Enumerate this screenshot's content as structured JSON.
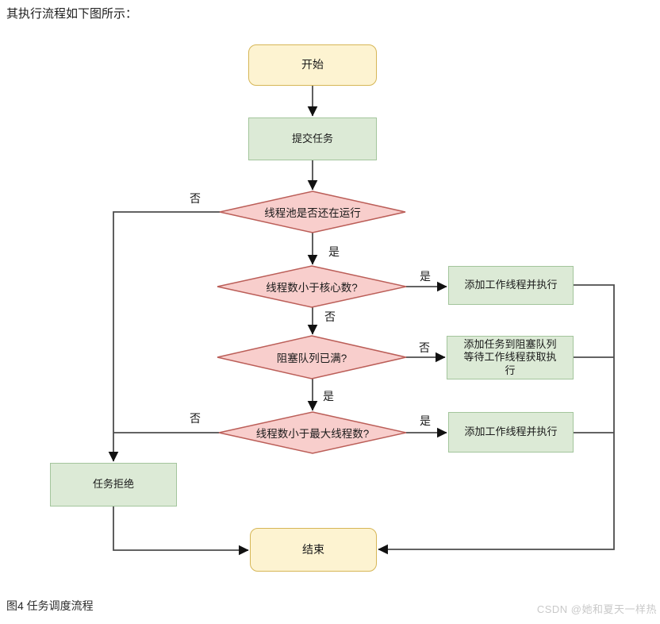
{
  "page": {
    "intro": "其执行流程如下图所示：",
    "caption": "图4 任务调度流程",
    "watermark": "CSDN @她和夏天一样热"
  },
  "flowchart": {
    "nodes": {
      "start": "开始",
      "submit": "提交任务",
      "decision_pool_running": "线程池是否还在运行",
      "decision_below_core": "线程数小于核心数?",
      "add_worker_top": "添加工作线程并执行",
      "decision_queue_full": "阻塞队列已满?",
      "add_to_queue": "添加任务到阻塞队列等待工作线程获取执行",
      "decision_below_max": "线程数小于最大线程数?",
      "add_worker_bottom": "添加工作线程并执行",
      "reject": "任务拒绝",
      "end": "结束"
    },
    "edge_labels": {
      "pool_running_no": "否",
      "pool_running_yes": "是",
      "below_core_yes": "是",
      "below_core_no": "否",
      "queue_full_no": "否",
      "queue_full_yes": "是",
      "below_max_no": "否",
      "below_max_yes": "是"
    },
    "colors": {
      "terminal_fill": "#fdf3d1",
      "terminal_border": "#d6b656",
      "process_fill": "#dcead6",
      "process_border": "#a3c59c",
      "decision_fill": "#f8cecc",
      "decision_border": "#bb5e58",
      "line_color": "#4d4d4d",
      "arrow_color": "#111111",
      "text_color": "#1a1a1a",
      "watermark_color": "#c9c9c9"
    }
  }
}
